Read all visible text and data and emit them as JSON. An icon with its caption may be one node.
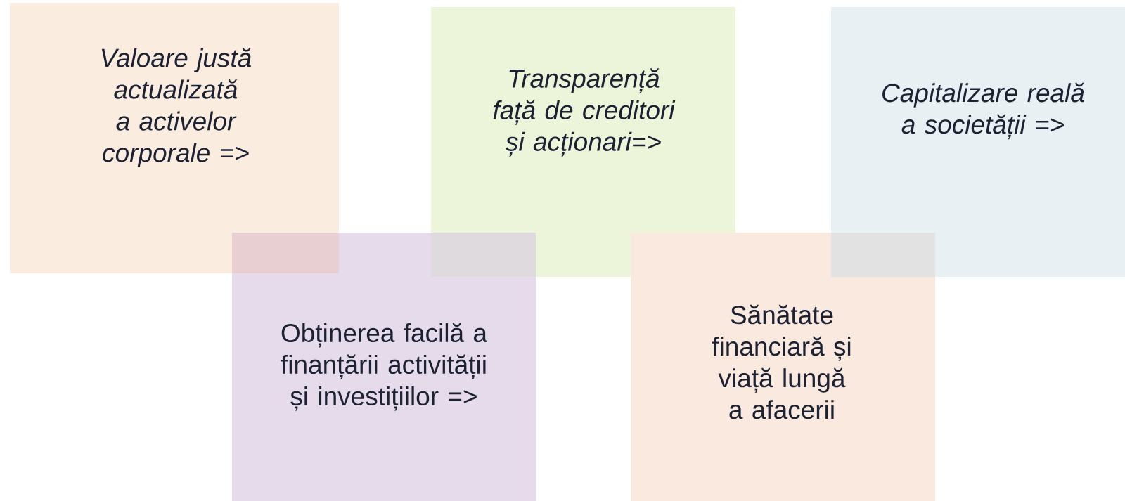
{
  "diagram": {
    "nodes": [
      {
        "text": [
          "Valoare justă actualizată a activelor corporale =>"
        ]
      },
      {
        "text": [
          "Transparență față de creditori și acționari=>"
        ]
      },
      {
        "text": [
          "Capitalizare reală a societății =>"
        ]
      },
      {
        "text": [
          "Obținerea facilă a finanțării activității și investițiilor =>"
        ]
      },
      {
        "text": [
          "Sănătate financiară și viață lungă a afacerii"
        ]
      }
    ]
  }
}
